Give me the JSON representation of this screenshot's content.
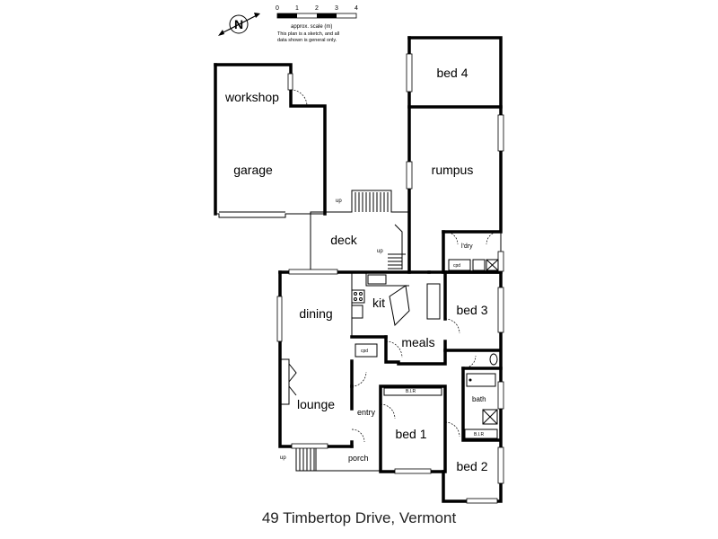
{
  "north_label": "N",
  "scale": {
    "ticks": [
      "0",
      "1",
      "2",
      "3",
      "4"
    ],
    "caption": "approx. scale (m)",
    "note_line1": "This plan is a sketch, and all",
    "note_line2": "data shown is general only."
  },
  "rooms": {
    "workshop": "workshop",
    "garage": "garage",
    "bed4": "bed 4",
    "rumpus": "rumpus",
    "deck": "deck",
    "kit": "kit",
    "dining": "dining",
    "meals": "meals",
    "bed3": "bed 3",
    "lounge": "lounge",
    "entry": "entry",
    "bed1": "bed 1",
    "bed2": "bed 2",
    "porch": "porch",
    "bath": "bath",
    "ldry": "l'dry"
  },
  "fixtures": {
    "cpd1": "cpd",
    "cpd2": "cpd",
    "br1": "B.I.R",
    "br2": "B.I.R",
    "up1": "up",
    "up2": "up",
    "up3": "up"
  },
  "address": "49 Timbertop Drive, Vermont"
}
